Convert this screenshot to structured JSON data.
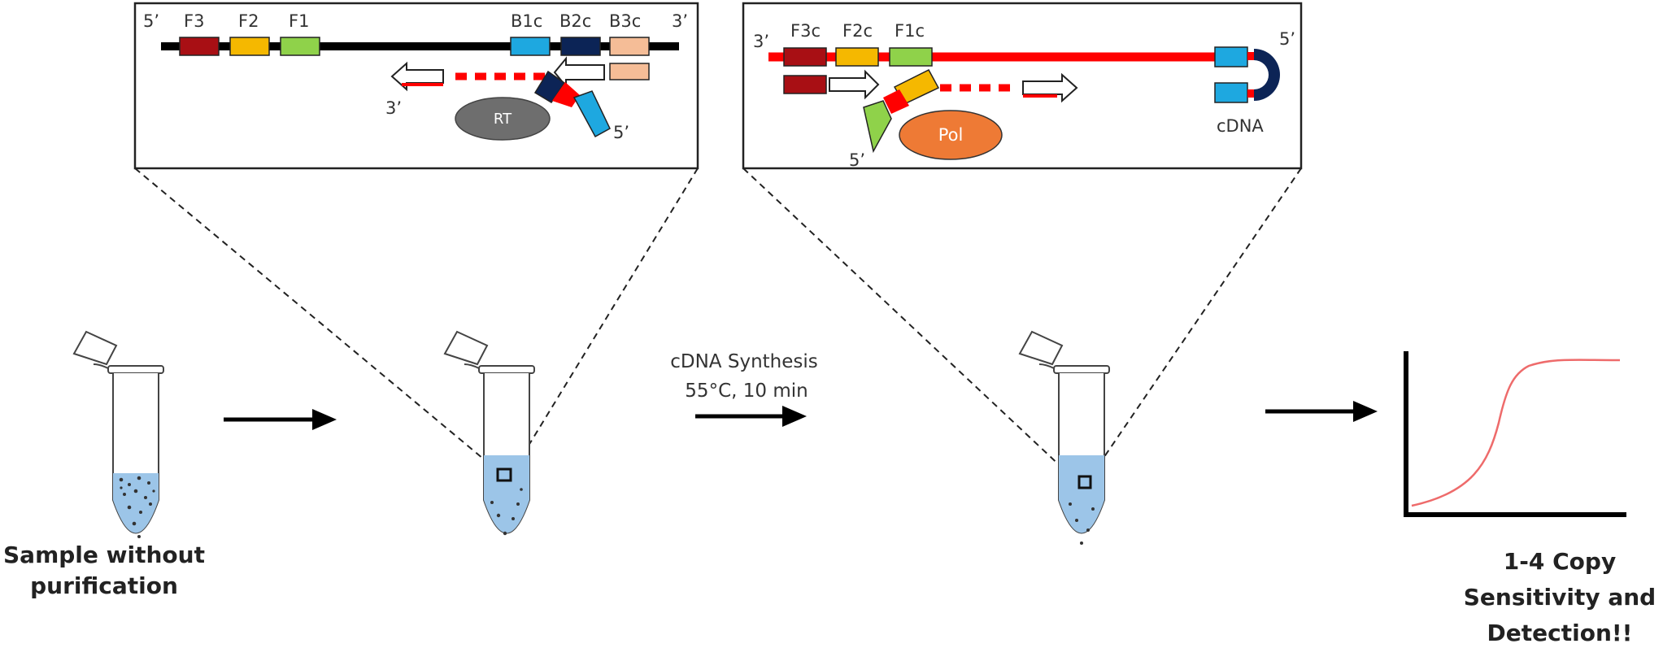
{
  "panel1": {
    "end_5": "5’",
    "end_3": "3’",
    "regions": [
      "F3",
      "F2",
      "F1",
      "B1c",
      "B2c",
      "B3c"
    ],
    "strand_3": "3’",
    "strand_5": "5’",
    "enzyme": "RT"
  },
  "panel2": {
    "end_3": "3’",
    "end_5": "5’",
    "regions": [
      "F3c",
      "F2c",
      "F1c"
    ],
    "strand_5": "5’",
    "enzyme": "Pol",
    "product": "cDNA"
  },
  "step1": {
    "label_line1": "Sample without",
    "label_line2": "purification"
  },
  "step2": {
    "label_line1": "cDNA Synthesis",
    "label_line2": "55°C, 10 min"
  },
  "result": {
    "line1": "1-4 Copy",
    "line2": "Sensitivity and",
    "line3": "Detection!!"
  },
  "colors": {
    "f3": "#a80f14",
    "f2": "#f5b800",
    "f1": "#8fd24a",
    "b1c": "#1ea8e0",
    "b2c": "#0c2456",
    "b3c": "#f5bd97",
    "rna": "#000000",
    "dna": "#ff0000",
    "rt": "#6e6e6e",
    "pol": "#ee7a35",
    "liquid": "#9cc5e8",
    "curve": "#ee6b6b"
  },
  "icons": [
    "tube-icon",
    "arrow-right-icon",
    "amplification-curve-icon"
  ]
}
